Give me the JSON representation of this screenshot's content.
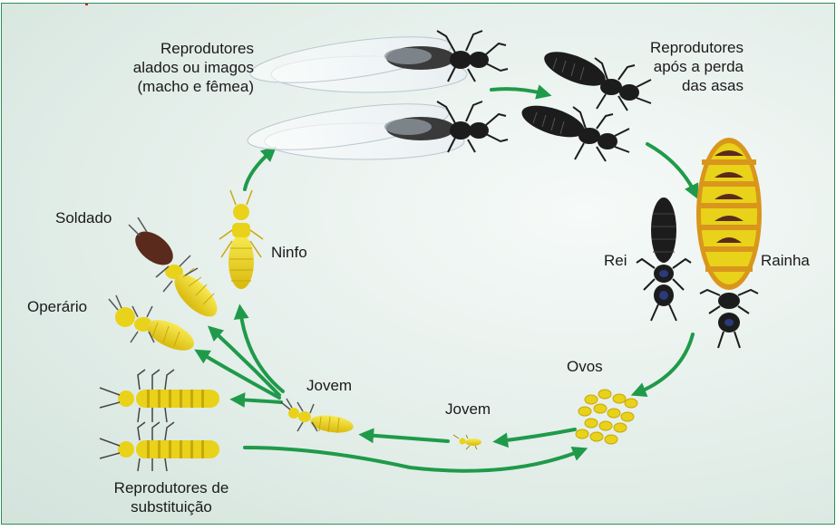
{
  "labels": {
    "alados": [
      "Reprodutores",
      "alados ou imagos",
      "(macho e fêmea)"
    ],
    "apos_perda": [
      "Reprodutores",
      "após a perda",
      "das asas"
    ],
    "rainha": "Rainha",
    "rei": "Rei",
    "ovos": "Ovos",
    "jovem_small": "Jovem",
    "jovem": "Jovem",
    "ninfo": "Ninfo",
    "soldado": "Soldado",
    "operario": "Operário",
    "substituicao": [
      "Reprodutores de",
      "substituição"
    ]
  },
  "colors": {
    "arrow": "#1f9a4a",
    "body_yellow": "#e9d21a",
    "body_dark": "#1c1c1c",
    "queen_orange": "#d9961c",
    "soldier_head": "#5a2a1c",
    "border": "#2e8b57"
  }
}
